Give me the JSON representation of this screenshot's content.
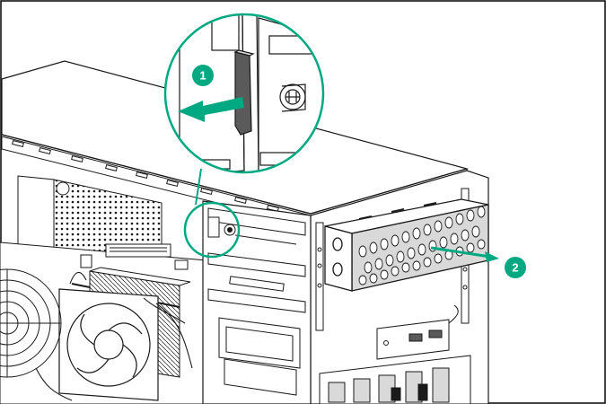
{
  "figure": {
    "colors": {
      "accent": "#01a982",
      "line": "#1a1a1a",
      "fill": "#ffffff",
      "shade": "#d9d9d9",
      "dark": "#5a5a5a",
      "frame": "#000000"
    },
    "callouts": [
      {
        "id": "step-1",
        "label": "1"
      },
      {
        "id": "step-2",
        "label": "2"
      }
    ]
  }
}
